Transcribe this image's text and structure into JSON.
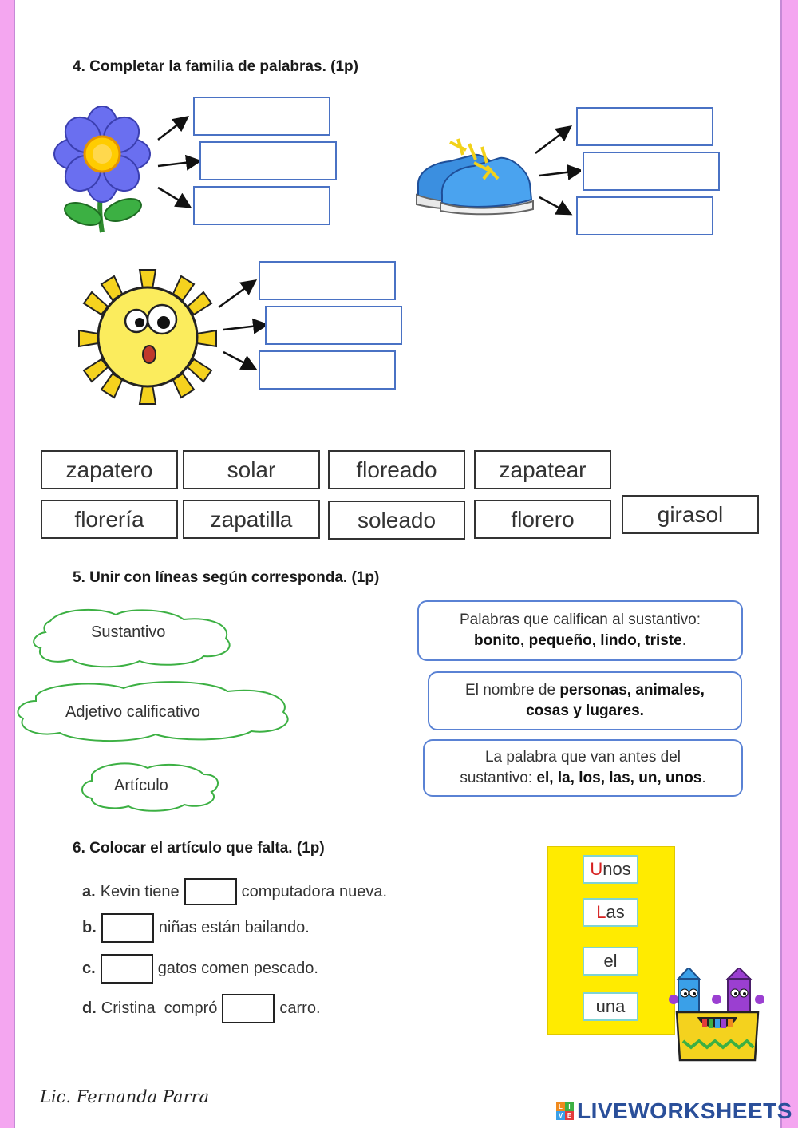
{
  "section4": {
    "heading": "4. Completar la familia de palabras. (1p)",
    "images": [
      "flower",
      "shoes",
      "sun"
    ]
  },
  "word_bank": {
    "row1": [
      "zapatero",
      "solar",
      "floreado",
      "zapatear"
    ],
    "row2": [
      "florería",
      "zapatilla",
      "soleado",
      "florero",
      "girasol"
    ]
  },
  "section5": {
    "heading": "5. Unir con líneas según corresponda. (1p)",
    "clouds": [
      "Sustantivo",
      "Adjetivo calificativo",
      "Artículo"
    ],
    "definitions": [
      {
        "text": "Palabras que califican al sustantivo:",
        "bold": "bonito, pequeño, lindo, triste",
        "end": "."
      },
      {
        "text": "El nombre de ",
        "bold": "personas, animales,",
        "line2": "cosas y lugares."
      },
      {
        "text": "La palabra que van antes del",
        "line2a": "sustantivo: ",
        "bold": "el, la, los, las, un, unos",
        "end": "."
      }
    ]
  },
  "section6": {
    "heading": "6. Colocar el artículo que falta. (1p)",
    "sentences": [
      {
        "letter": "a.",
        "before": "Kevin tiene",
        "after": "computadora nueva."
      },
      {
        "letter": "b.",
        "before": "",
        "after": "niñas están bailando."
      },
      {
        "letter": "c.",
        "before": "",
        "after": "gatos comen pescado."
      },
      {
        "letter": "d.",
        "before": "Cristina  compró",
        "after": "carro."
      }
    ],
    "options": [
      {
        "first": "U",
        "rest": "nos"
      },
      {
        "first": "L",
        "rest": "as"
      },
      {
        "first": "",
        "rest": "el"
      },
      {
        "first": "",
        "rest": "una"
      }
    ]
  },
  "footer": {
    "signature": "Lic. Fernanda Parra",
    "logo": "LIVEWORKSHEETS"
  },
  "colors": {
    "border": "#f4a6f0",
    "box_border": "#4a72c4",
    "yellow": "#ffeb00",
    "accent_red": "#d62020"
  }
}
